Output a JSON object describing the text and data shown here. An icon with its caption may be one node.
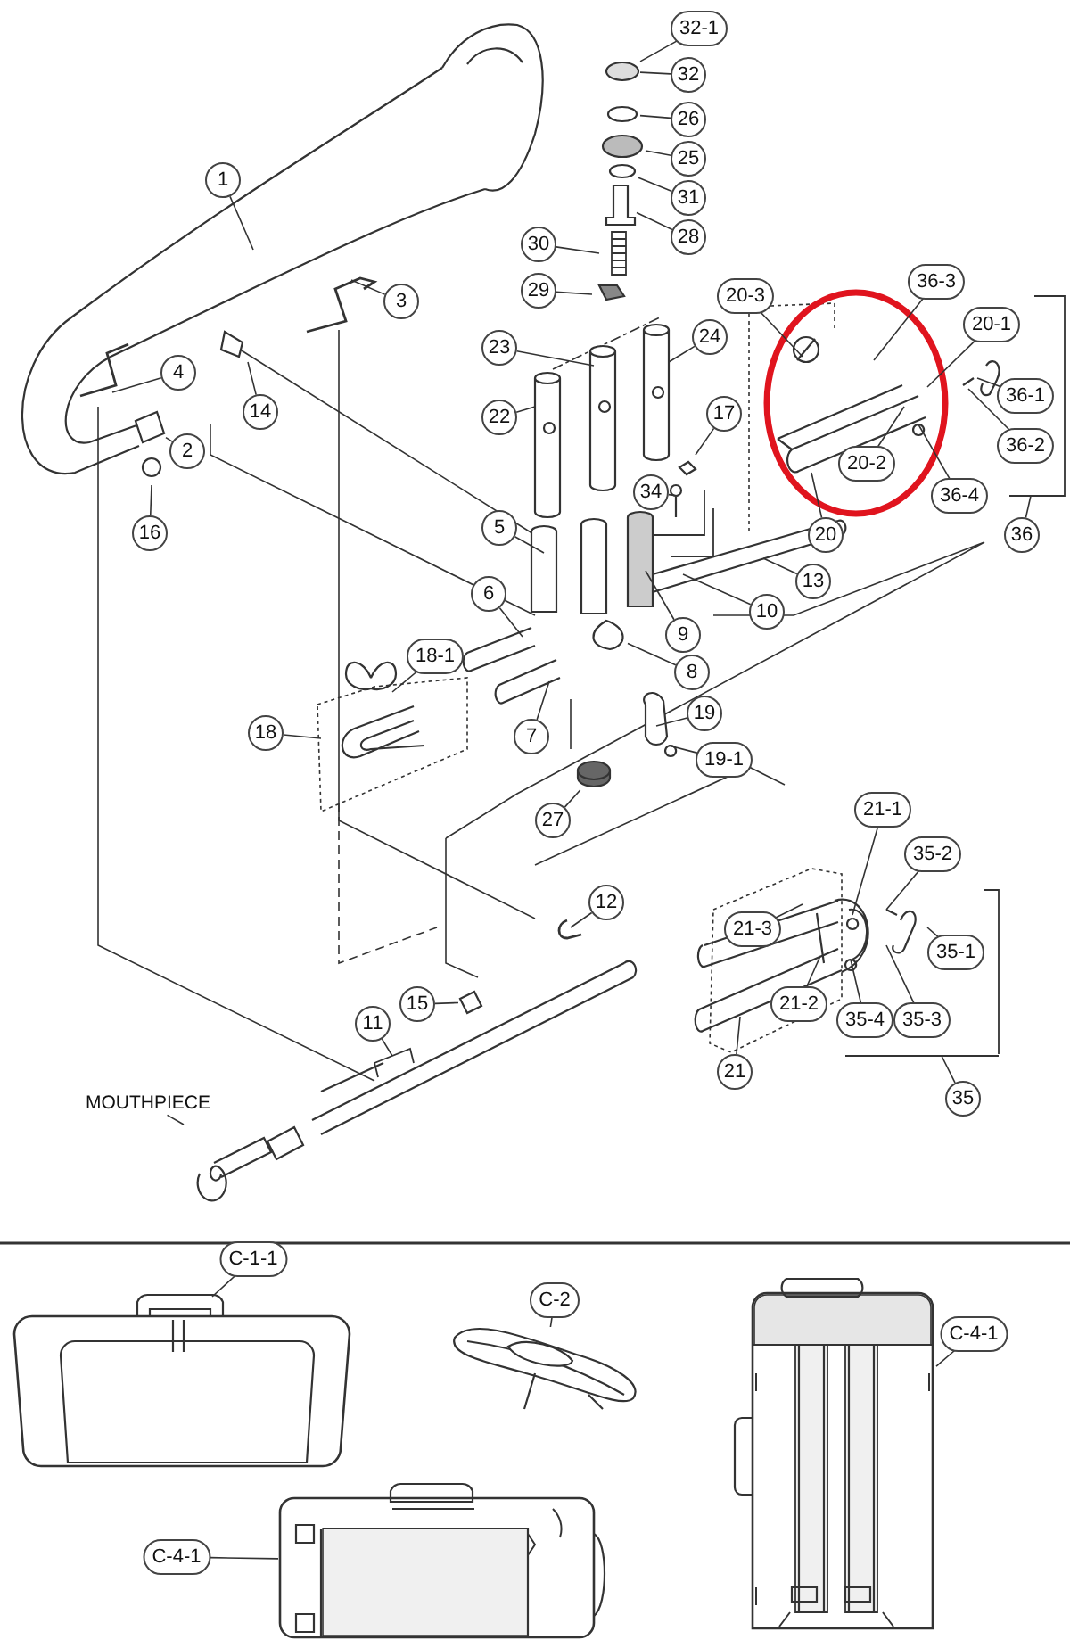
{
  "diagram": {
    "nodes": [
      {
        "text": [
          "32-1"
        ]
      },
      {
        "text": [
          "32"
        ]
      },
      {
        "text": [
          "26"
        ]
      },
      {
        "text": [
          "25"
        ]
      },
      {
        "text": [
          "1"
        ]
      },
      {
        "text": [
          "31"
        ]
      },
      {
        "text": [
          "28"
        ]
      },
      {
        "text": [
          "30"
        ]
      },
      {
        "text": [
          "29"
        ]
      },
      {
        "text": [
          "3"
        ]
      },
      {
        "text": [
          "20-3"
        ]
      },
      {
        "text": [
          "20-1"
        ]
      },
      {
        "text": [
          "36-3"
        ]
      },
      {
        "text": [
          "24"
        ]
      },
      {
        "text": [
          "23"
        ]
      },
      {
        "text": [
          "4"
        ]
      },
      {
        "text": [
          "36-1"
        ]
      },
      {
        "text": [
          "14"
        ]
      },
      {
        "text": [
          "22"
        ]
      },
      {
        "text": [
          "17"
        ]
      },
      {
        "text": [
          "2"
        ]
      },
      {
        "text": [
          "36-2"
        ]
      },
      {
        "text": [
          "20-2"
        ]
      },
      {
        "text": [
          "36-4"
        ]
      },
      {
        "text": [
          "34"
        ]
      },
      {
        "text": [
          "20"
        ]
      },
      {
        "text": [
          "5"
        ]
      },
      {
        "text": [
          "16"
        ]
      },
      {
        "text": [
          "36"
        ]
      },
      {
        "text": [
          "13"
        ]
      },
      {
        "text": [
          "6"
        ]
      },
      {
        "text": [
          "10"
        ]
      },
      {
        "text": [
          "9"
        ]
      },
      {
        "text": [
          "18-1"
        ]
      },
      {
        "text": [
          "8"
        ]
      },
      {
        "text": [
          "19"
        ]
      },
      {
        "text": [
          "18"
        ]
      },
      {
        "text": [
          "7"
        ]
      },
      {
        "text": [
          "19-1"
        ]
      },
      {
        "text": [
          "27"
        ]
      },
      {
        "text": [
          "21-1"
        ]
      },
      {
        "text": [
          "35-2"
        ]
      },
      {
        "text": [
          "12"
        ]
      },
      {
        "text": [
          "21-3"
        ]
      },
      {
        "text": [
          "35-1"
        ]
      },
      {
        "text": [
          "21-2"
        ]
      },
      {
        "text": [
          "15"
        ]
      },
      {
        "text": [
          "35-4"
        ]
      },
      {
        "text": [
          "35-3"
        ]
      },
      {
        "text": [
          "11"
        ]
      },
      {
        "text": [
          "21"
        ]
      },
      {
        "text": [
          "35"
        ]
      },
      {
        "text": [
          "MOUTHPIECE"
        ]
      },
      {
        "text": [
          "C-1-1"
        ]
      },
      {
        "text": [
          "C-2"
        ]
      },
      {
        "text": [
          "C-4-1"
        ]
      },
      {
        "text": [
          "C-4-1"
        ]
      },
      {
        "text": [],
        "shape": "bracket"
      },
      {
        "text": [],
        "shape": "picture"
      },
      {
        "text": [],
        "shape": "picture"
      },
      {
        "text": [],
        "shape": "picture"
      },
      {
        "text": [],
        "shape": "picture"
      },
      {
        "text": [],
        "shape": "picture"
      },
      {
        "text": [],
        "shape": "picture"
      },
      {
        "text": [],
        "shape": "picture"
      },
      {
        "text": [],
        "shape": "picture"
      },
      {
        "text": [],
        "shape": "picture"
      },
      {
        "text": [],
        "shape": "picture"
      },
      {
        "text": [],
        "shape": "picture"
      },
      {
        "text": [],
        "shape": "picture"
      },
      {
        "text": [],
        "shape": "bracket"
      },
      {
        "text": [],
        "shape": "bracket"
      },
      {
        "text": [],
        "shape": "picture"
      },
      {
        "text": [],
        "shape": "picture"
      }
    ],
    "edges": [
      {
        "from": 0,
        "to": 58,
        "arrow": "none"
      },
      {
        "from": 1,
        "to": 58,
        "arrow": "none"
      },
      {
        "from": 2,
        "to": 72,
        "arrow": "none"
      },
      {
        "from": 3,
        "to": 68,
        "arrow": "none"
      },
      {
        "from": 4,
        "to": null,
        "arrow": "none"
      },
      {
        "from": 5,
        "to": 73,
        "arrow": "none"
      },
      {
        "from": 6,
        "to": 69,
        "arrow": "none"
      },
      {
        "from": 7,
        "to": null,
        "arrow": "none"
      },
      {
        "from": 8,
        "to": null,
        "arrow": "none"
      },
      {
        "from": 9,
        "to": null,
        "arrow": "none"
      },
      {
        "from": 10,
        "to": null,
        "arrow": "none"
      },
      {
        "from": 11,
        "to": null,
        "arrow": "none"
      },
      {
        "from": 12,
        "to": null,
        "arrow": "none"
      },
      {
        "from": 13,
        "to": null,
        "arrow": "none"
      },
      {
        "from": 14,
        "to": null,
        "arrow": "none"
      },
      {
        "from": 15,
        "to": null,
        "arrow": "none"
      },
      {
        "from": 16,
        "to": null,
        "arrow": "none"
      },
      {
        "from": 17,
        "to": null,
        "arrow": "none"
      },
      {
        "from": 18,
        "to": null,
        "arrow": "none"
      },
      {
        "from": 19,
        "to": null,
        "arrow": "none"
      },
      {
        "from": 20,
        "to": 59,
        "arrow": "none"
      },
      {
        "from": 21,
        "to": null,
        "arrow": "none"
      },
      {
        "from": 22,
        "to": null,
        "arrow": "none"
      },
      {
        "from": 23,
        "to": null,
        "arrow": "none"
      },
      {
        "from": 24,
        "to": null,
        "arrow": "none"
      },
      {
        "from": 25,
        "to": null,
        "arrow": "none"
      },
      {
        "from": 26,
        "to": null,
        "arrow": "none"
      },
      {
        "from": 27,
        "to": null,
        "arrow": "none"
      },
      {
        "from": 28,
        "to": 70,
        "arrow": "none"
      },
      {
        "from": 29,
        "to": null,
        "arrow": "none"
      },
      {
        "from": 30,
        "to": null,
        "arrow": "none"
      },
      {
        "from": 31,
        "to": null,
        "arrow": "none"
      },
      {
        "from": 32,
        "to": null,
        "arrow": "none"
      },
      {
        "from": 33,
        "to": null,
        "arrow": "none"
      },
      {
        "from": 34,
        "to": 60,
        "arrow": "none"
      },
      {
        "from": 35,
        "to": null,
        "arrow": "none"
      },
      {
        "from": 36,
        "to": null,
        "arrow": "none"
      },
      {
        "from": 37,
        "to": null,
        "arrow": "none"
      },
      {
        "from": 38,
        "to": null,
        "arrow": "none"
      },
      {
        "from": 39,
        "to": 61,
        "arrow": "none"
      },
      {
        "from": 40,
        "to": null,
        "arrow": "none"
      },
      {
        "from": 41,
        "to": null,
        "arrow": "none"
      },
      {
        "from": 42,
        "to": null,
        "arrow": "none"
      },
      {
        "from": 43,
        "to": null,
        "arrow": "none"
      },
      {
        "from": 44,
        "to": null,
        "arrow": "none"
      },
      {
        "from": 45,
        "to": null,
        "arrow": "none"
      },
      {
        "from": 46,
        "to": 62,
        "arrow": "none"
      },
      {
        "from": 47,
        "to": null,
        "arrow": "none"
      },
      {
        "from": 48,
        "to": null,
        "arrow": "none"
      },
      {
        "from": 49,
        "to": 57,
        "arrow": "none"
      },
      {
        "from": 50,
        "to": null,
        "arrow": "none"
      },
      {
        "from": 51,
        "to": 71,
        "arrow": "none"
      },
      {
        "from": 52,
        "to": 63,
        "arrow": "none"
      },
      {
        "from": 53,
        "to": 64,
        "arrow": "none"
      },
      {
        "from": 54,
        "to": 65,
        "arrow": "none"
      },
      {
        "from": 55,
        "to": 66,
        "arrow": "none"
      },
      {
        "from": 56,
        "to": 67,
        "arrow": "none"
      }
    ]
  }
}
